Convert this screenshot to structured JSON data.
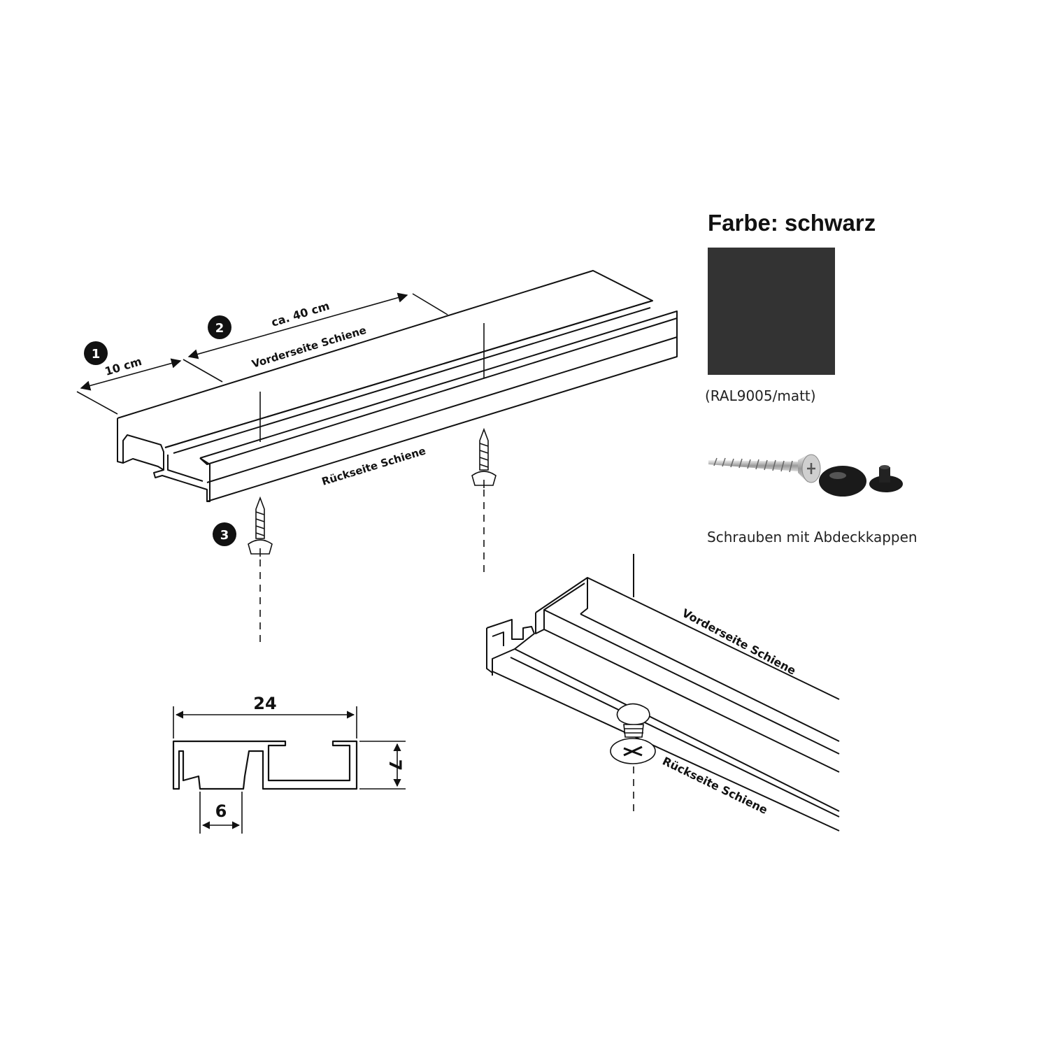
{
  "diagram": {
    "steps": [
      {
        "number": "1",
        "label": "10 cm"
      },
      {
        "number": "2",
        "label": "ca. 40 cm"
      },
      {
        "number": "3"
      }
    ],
    "rail_labels": {
      "front": "Vorderseite Schiene",
      "back": "Rückseite Schiene"
    },
    "cross_section": {
      "width": "24",
      "height": "7",
      "slot": "6"
    },
    "detail_labels": {
      "front": "Vorderseite Schiene",
      "back": "Rückseite Schiene"
    }
  },
  "panel": {
    "title": "Farbe: schwarz",
    "swatch_color": "#333333",
    "swatch_caption": "(RAL9005/matt)",
    "screw_caption": "Schrauben mit Abdeckkappen",
    "screw_icon": "screw-with-caps-icon"
  }
}
